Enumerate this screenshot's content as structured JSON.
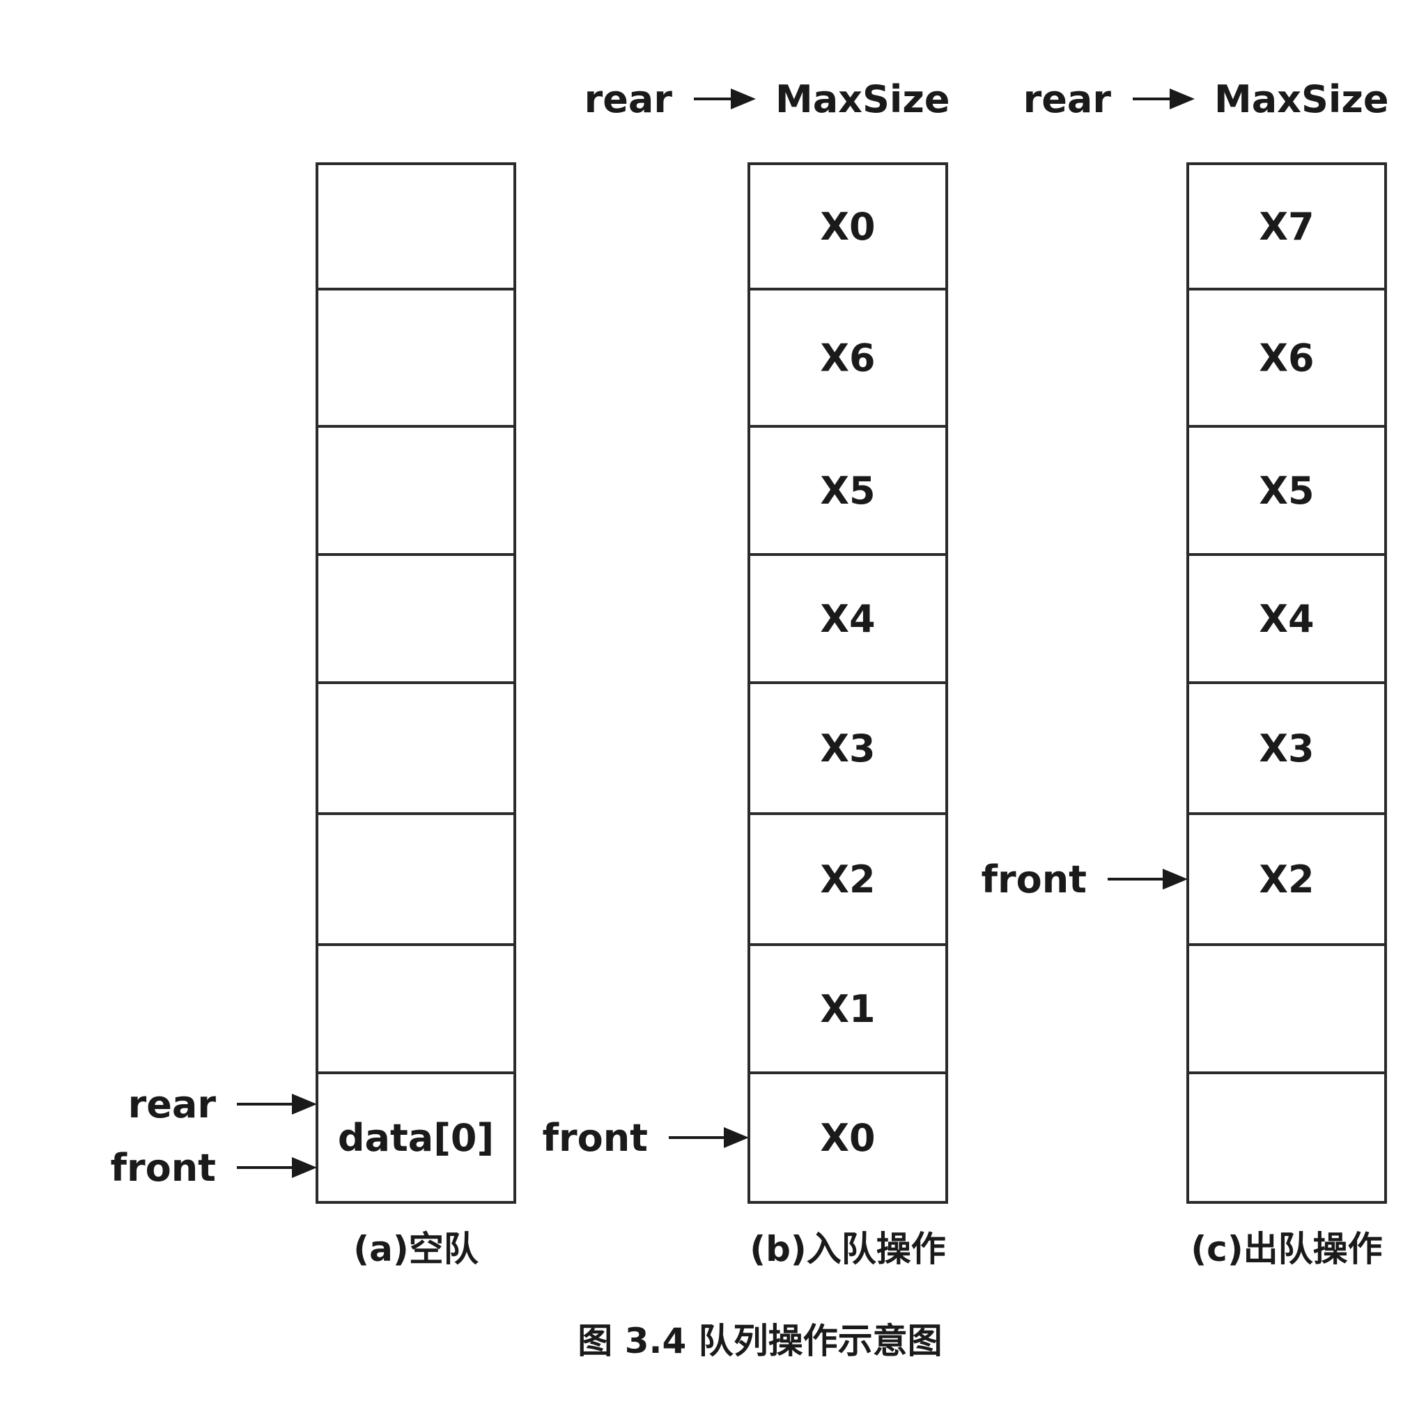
{
  "queues": [
    {
      "id": "a",
      "caption": "(a)空队",
      "cells": [
        "",
        "",
        "",
        "",
        "",
        "",
        "",
        "data[0]"
      ],
      "top_label": null,
      "pointers": [
        {
          "label": "rear",
          "cell": 7,
          "position": "upper"
        },
        {
          "label": "front",
          "cell": 7,
          "position": "lower"
        }
      ]
    },
    {
      "id": "b",
      "caption": "(b)入队操作",
      "cells": [
        "X0",
        "X6",
        "X5",
        "X4",
        "X3",
        "X2",
        "X1",
        "X0"
      ],
      "top_label": {
        "pointer": "rear",
        "target": "MaxSize"
      },
      "pointers": [
        {
          "label": "front",
          "cell": 7,
          "position": "middle"
        }
      ]
    },
    {
      "id": "c",
      "caption": "(c)出队操作",
      "cells": [
        "X7",
        "X6",
        "X5",
        "X4",
        "X3",
        "X2",
        "",
        ""
      ],
      "top_label": {
        "pointer": "rear",
        "target": "MaxSize"
      },
      "pointers": [
        {
          "label": "front",
          "cell": 5,
          "position": "middle"
        }
      ]
    }
  ],
  "figure_caption": "图 3.4 队列操作示意图"
}
